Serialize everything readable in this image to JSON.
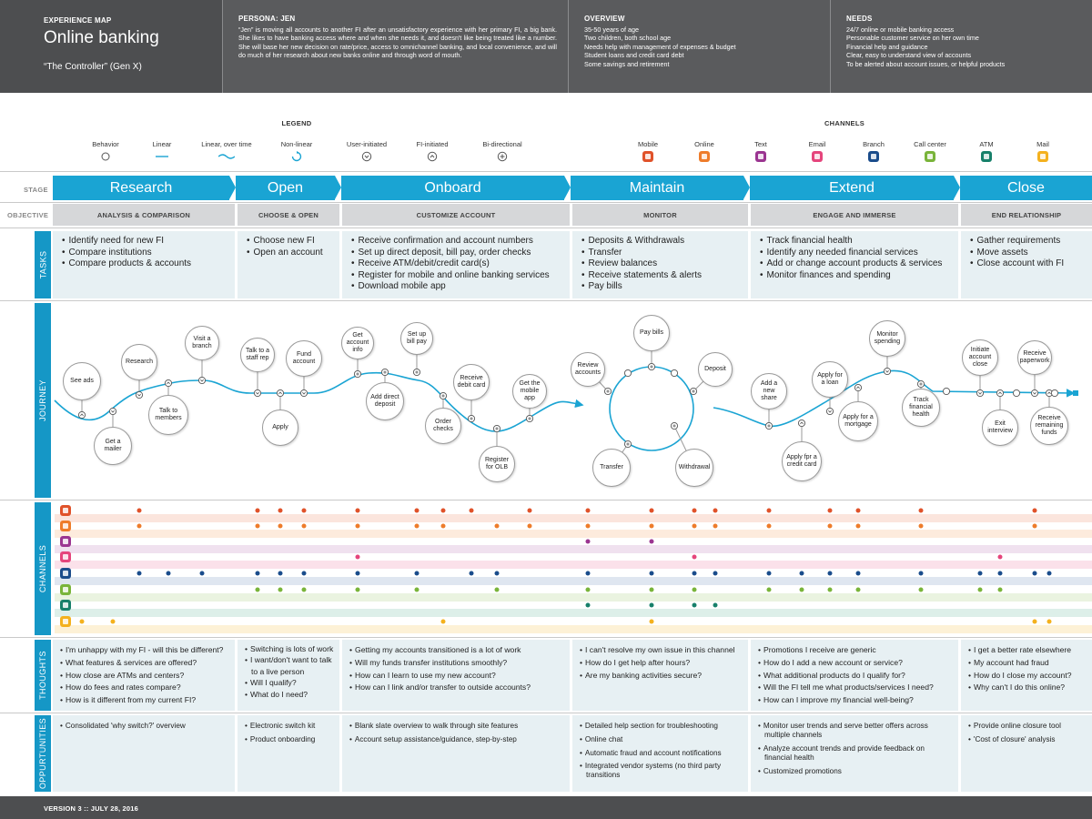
{
  "header": {
    "kicker": "EXPERIENCE MAP",
    "title": "Online banking",
    "subtitle": "“The Controller” (Gen X)",
    "persona": {
      "heading": "PERSONA: JEN",
      "body": "“Jen” is moving all accounts to another FI after an unsatisfactory experience with her primary FI, a big bank. She likes to have banking access where and when she needs it, and doesn't like being treated like a number. She will base her new decision on rate/price, access to omnichannel banking, and local convenience, and will do much of her research about new banks online and through word of mouth."
    },
    "overview": {
      "heading": "OVERVIEW",
      "lines": [
        "35-50 years of age",
        "Two children, both school age",
        "Needs help with management of expenses & budget",
        "Student loans and credit card debt",
        "Some savings and retirement"
      ]
    },
    "needs": {
      "heading": "NEEDS",
      "lines": [
        "24/7 online or mobile banking access",
        "Personable customer service on her own time",
        "Financial help and guidance",
        "Clear, easy to understand view of accounts",
        "To be alerted about account issues, or helpful products"
      ]
    }
  },
  "legend": {
    "title": "LEGEND",
    "items": [
      "Behavior",
      "Linear",
      "Linear, over time",
      "Non-linear",
      "User-initiated",
      "FI-initiated",
      "Bi-directional"
    ]
  },
  "channels_legend": {
    "title": "CHANNELS",
    "items": [
      {
        "label": "Mobile",
        "color": "#e0522a",
        "icon": "mobile-icon"
      },
      {
        "label": "Online",
        "color": "#ee7c2b",
        "icon": "laptop-icon"
      },
      {
        "label": "Text",
        "color": "#9b3591",
        "icon": "text-icon"
      },
      {
        "label": "Email",
        "color": "#e5457c",
        "icon": "email-icon"
      },
      {
        "label": "Branch",
        "color": "#1a4c8b",
        "icon": "branch-icon"
      },
      {
        "label": "Call center",
        "color": "#79b43a",
        "icon": "phone-icon"
      },
      {
        "label": "ATM",
        "color": "#17806a",
        "icon": "atm-icon"
      },
      {
        "label": "Mail",
        "color": "#f4b11e",
        "icon": "mail-icon"
      }
    ]
  },
  "row_labels": {
    "stage": "STAGE",
    "objective": "OBJECTIVE",
    "tasks": "TASKS",
    "journey": "JOURNEY",
    "channels": "CHANNELS",
    "thoughts": "THOUGHTS",
    "opportunities": "OPPURTUNITIES"
  },
  "stages": [
    {
      "name": "Research",
      "objective": "ANALYSIS & COMPARISON",
      "tasks": [
        "Identify need for new FI",
        "Compare institutions",
        "Compare products & accounts"
      ],
      "thoughts": [
        "I'm unhappy with my FI - will this be different?",
        "What features & services are offered?",
        "How close are ATMs and centers?",
        "How do fees and rates compare?",
        "How is it different from my current FI?"
      ],
      "opportunities": [
        "Consolidated 'why switch?' overview"
      ]
    },
    {
      "name": "Open",
      "objective": "CHOOSE & OPEN",
      "tasks": [
        "Choose new FI",
        "Open an account"
      ],
      "thoughts": [
        "Switching is lots of work",
        "I want/don't want to talk to a live person",
        "Will I qualify?",
        "What do I need?"
      ],
      "opportunities": [
        "Electronic switch kit",
        "Product onboarding"
      ]
    },
    {
      "name": "Onboard",
      "objective": "CUSTOMIZE ACCOUNT",
      "tasks": [
        "Receive confirmation and account numbers",
        "Set up direct deposit, bill pay, order checks",
        "Receive ATM/debit/credit card(s)",
        "Register for mobile and online banking services",
        "Download mobile app"
      ],
      "thoughts": [
        "Getting my accounts transitioned is a lot of work",
        "Will my funds transfer institutions smoothly?",
        "How can I learn to use my new account?",
        "How can I link and/or transfer to outside accounts?"
      ],
      "opportunities": [
        "Blank slate overview to walk through site features",
        "Account setup assistance/guidance, step-by-step"
      ]
    },
    {
      "name": "Maintain",
      "objective": "MONITOR",
      "tasks": [
        "Deposits & Withdrawals",
        "Transfer",
        "Review balances",
        "Receive statements & alerts",
        "Pay bills"
      ],
      "thoughts": [
        "I can't resolve my own issue in this channel",
        "How do I get help after hours?",
        "Are my banking activities secure?"
      ],
      "opportunities": [
        "Detailed help section for troubleshooting",
        "Online chat",
        "Automatic fraud and account notifications",
        "Integrated vendor systems (no third party transitions"
      ]
    },
    {
      "name": "Extend",
      "objective": "ENGAGE AND IMMERSE",
      "tasks": [
        "Track financial health",
        "Identify any needed financial services",
        "Add or change account products & services",
        "Monitor finances and spending"
      ],
      "thoughts": [
        "Promotions I receive are generic",
        "How do I add a new account or service?",
        "What additional products do I qualify for?",
        "Will the FI tell me what products/services I need?",
        "How can I improve my financial well-being?"
      ],
      "opportunities": [
        "Monitor user trends and serve better offers across multiple channels",
        "Analyze account trends and provide feedback on financial health",
        "Customized promotions"
      ]
    },
    {
      "name": "Close",
      "objective": "END RELATIONSHIP",
      "tasks": [
        "Gather requirements",
        "Move assets",
        "Close account with FI"
      ],
      "thoughts": [
        "I get a better rate elsewhere",
        "My account had fraud",
        "How do I close my account?",
        "Why can't I do this online?"
      ],
      "opportunities": [
        "Provide online closure tool",
        "'Cost of closure' analysis"
      ]
    }
  ],
  "journey_nodes": [
    "See ads",
    "Get a mailer",
    "Research",
    "Talk to members",
    "Visit a branch",
    "Talk to a staff rep",
    "Apply",
    "Fund account",
    "Get account info",
    "Add direct deposit",
    "Set up bill pay",
    "Order checks",
    "Receive debit card",
    "Register for OLB",
    "Get the mobile app",
    "Review accounts",
    "Pay bills",
    "Deposit",
    "Withdrawal",
    "Transfer",
    "Add a new share",
    "Apply fpr a credit card",
    "Apply for a loan",
    "Apply for a mortgage",
    "Monitor spending",
    "Track financial health",
    "Initiate account close",
    "Exit interview",
    "Receive paperwork",
    "Receive remaining funds"
  ],
  "channel_usage": {
    "Mobile": [
      "Research",
      "Talk to a staff rep",
      "Apply",
      "Fund account",
      "Get account info",
      "Set up bill pay",
      "Order checks",
      "Receive debit card",
      "Get the mobile app",
      "Review accounts",
      "Pay bills",
      "Deposit",
      "Withdrawal",
      "Add a new share",
      "Apply for a loan",
      "Apply for a mortgage",
      "Track financial health",
      "Receive paperwork"
    ],
    "Online": [
      "Research",
      "Talk to a staff rep",
      "Apply",
      "Fund account",
      "Get account info",
      "Set up bill pay",
      "Order checks",
      "Register for OLB",
      "Get the mobile app",
      "Review accounts",
      "Pay bills",
      "Deposit",
      "Withdrawal",
      "Add a new share",
      "Apply for a loan",
      "Apply for a mortgage",
      "Track financial health",
      "Receive paperwork"
    ],
    "Text": [
      "Review accounts",
      "Pay bills"
    ],
    "Email": [
      "Get account info",
      "Withdrawal",
      "Exit interview"
    ],
    "Branch": [
      "Research",
      "Talk to members",
      "Visit a branch",
      "Talk to a staff rep",
      "Apply",
      "Fund account",
      "Get account info",
      "Set up bill pay",
      "Receive debit card",
      "Register for OLB",
      "Review accounts",
      "Pay bills",
      "Deposit",
      "Withdrawal",
      "Add a new share",
      "Apply fpr a credit card",
      "Apply for a loan",
      "Apply for a mortgage",
      "Track financial health",
      "Initiate account close",
      "Exit interview",
      "Receive paperwork",
      "Receive remaining funds"
    ],
    "Call center": [
      "Talk to a staff rep",
      "Apply",
      "Fund account",
      "Get account info",
      "Set up bill pay",
      "Register for OLB",
      "Review accounts",
      "Pay bills",
      "Withdrawal",
      "Add a new share",
      "Apply fpr a credit card",
      "Apply for a loan",
      "Apply for a mortgage",
      "Track financial health",
      "Initiate account close",
      "Exit interview"
    ],
    "ATM": [
      "Review accounts",
      "Pay bills",
      "Deposit",
      "Withdrawal"
    ],
    "Mail": [
      "See ads",
      "Get a mailer",
      "Order checks",
      "Pay bills",
      "Receive paperwork",
      "Receive remaining funds"
    ]
  },
  "footer": "VERSION 3 :: JULY 28, 2016"
}
